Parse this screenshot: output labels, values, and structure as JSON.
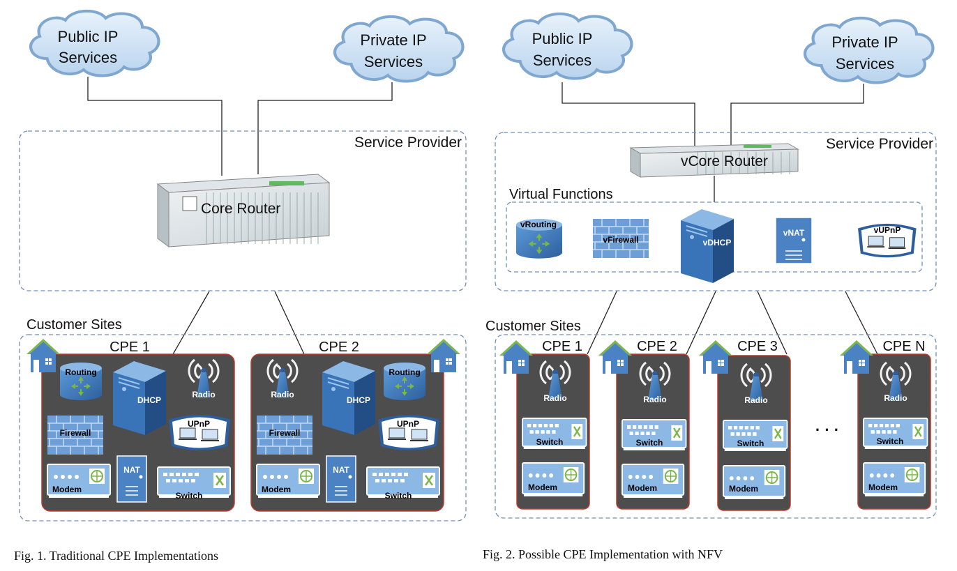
{
  "fig1": {
    "cloud_public": [
      "Public IP",
      "Services"
    ],
    "cloud_private": [
      "Private IP",
      "Services"
    ],
    "provider_label": "Service Provider",
    "router_label": "Core Router",
    "sites_label": "Customer Sites",
    "cpe1": {
      "title": "CPE 1",
      "routing": "Routing",
      "dhcp": "DHCP",
      "radio": "Radio",
      "firewall": "Firewall",
      "upnp": "UPnP",
      "modem": "Modem",
      "nat": "NAT",
      "switch": "Switch"
    },
    "cpe2": {
      "title": "CPE 2",
      "radio": "Radio",
      "dhcp": "DHCP",
      "routing": "Routing",
      "firewall": "Firewall",
      "upnp": "UPnP",
      "modem": "Modem",
      "nat": "NAT",
      "switch": "Switch"
    },
    "caption": "Fig. 1.  Traditional CPE Implementations"
  },
  "fig2": {
    "cloud_public": [
      "Public IP",
      "Services"
    ],
    "cloud_private": [
      "Private IP",
      "Services"
    ],
    "provider_label": "Service Provider",
    "router_label": "vCore Router",
    "vf_label": "Virtual Functions",
    "vfunctions": [
      "vRouting",
      "vFirewall",
      "vDHCP",
      "vNAT",
      "vUPnP"
    ],
    "sites_label": "Customer Sites",
    "cpes": [
      {
        "title": "CPE 1",
        "radio": "Radio",
        "switch": "Switch",
        "modem": "Modem"
      },
      {
        "title": "CPE 2",
        "radio": "Radio",
        "switch": "Switch",
        "modem": "Modem"
      },
      {
        "title": "CPE 3",
        "radio": "Radio",
        "switch": "Switch",
        "modem": "Modem"
      },
      {
        "title": "CPE N",
        "radio": "Radio",
        "switch": "Switch",
        "modem": "Modem"
      }
    ],
    "ellipsis": "· · ·",
    "caption": "Fig. 2.  Possible CPE Implementation with NFV"
  },
  "colors": {
    "cloud_fill": "#cfe3f4",
    "cloud_stroke": "#7fa7cf",
    "cpe_fill": "#4d4d4d",
    "cpe_stroke": "#c0392b",
    "device_blue": "#4a82c4",
    "panel_blue": "#8cb8e6",
    "dashed": "#6f8fb8"
  }
}
